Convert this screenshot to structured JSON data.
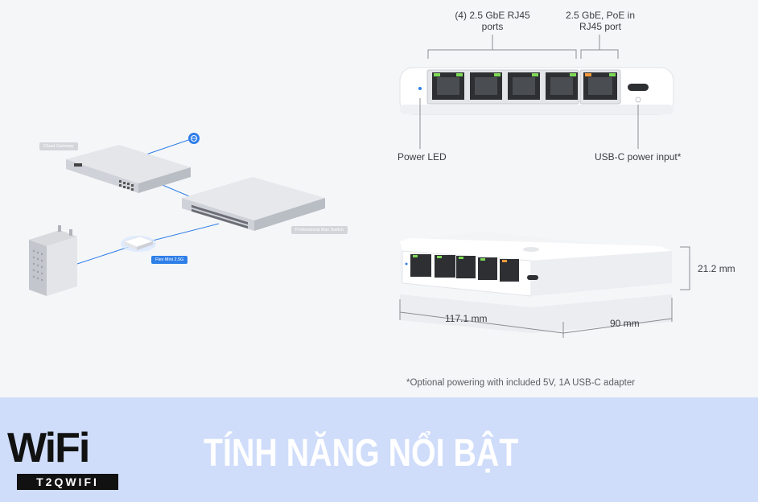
{
  "network": {
    "cloud_gateway": "Cloud Gateway",
    "pro_max_switch": "Professional Max Switch",
    "flex_mini": "Flex Mini 2.5G"
  },
  "front_view": {
    "ports_label_line1": "(4) 2.5 GbE RJ45",
    "ports_label_line2": "ports",
    "poe_label_line1": "2.5 GbE, PoE in",
    "poe_label_line2": "RJ45 port",
    "power_led": "Power LED",
    "usbc_input": "USB-C power input*"
  },
  "dimensions": {
    "height": "21.2 mm",
    "length": "117.1 mm",
    "depth": "90 mm"
  },
  "footnote": "*Optional powering with included 5V, 1A USB-C adapter",
  "banner": {
    "title": "TÍNH NĂNG NỔI BẬT",
    "logo_word": "WiFi",
    "logo_sub": "T2QWIFI"
  },
  "colors": {
    "banner_bg": "#cfdcfa",
    "accent_blue": "#2f7fe8",
    "logo_yellow": "#f5b800"
  }
}
